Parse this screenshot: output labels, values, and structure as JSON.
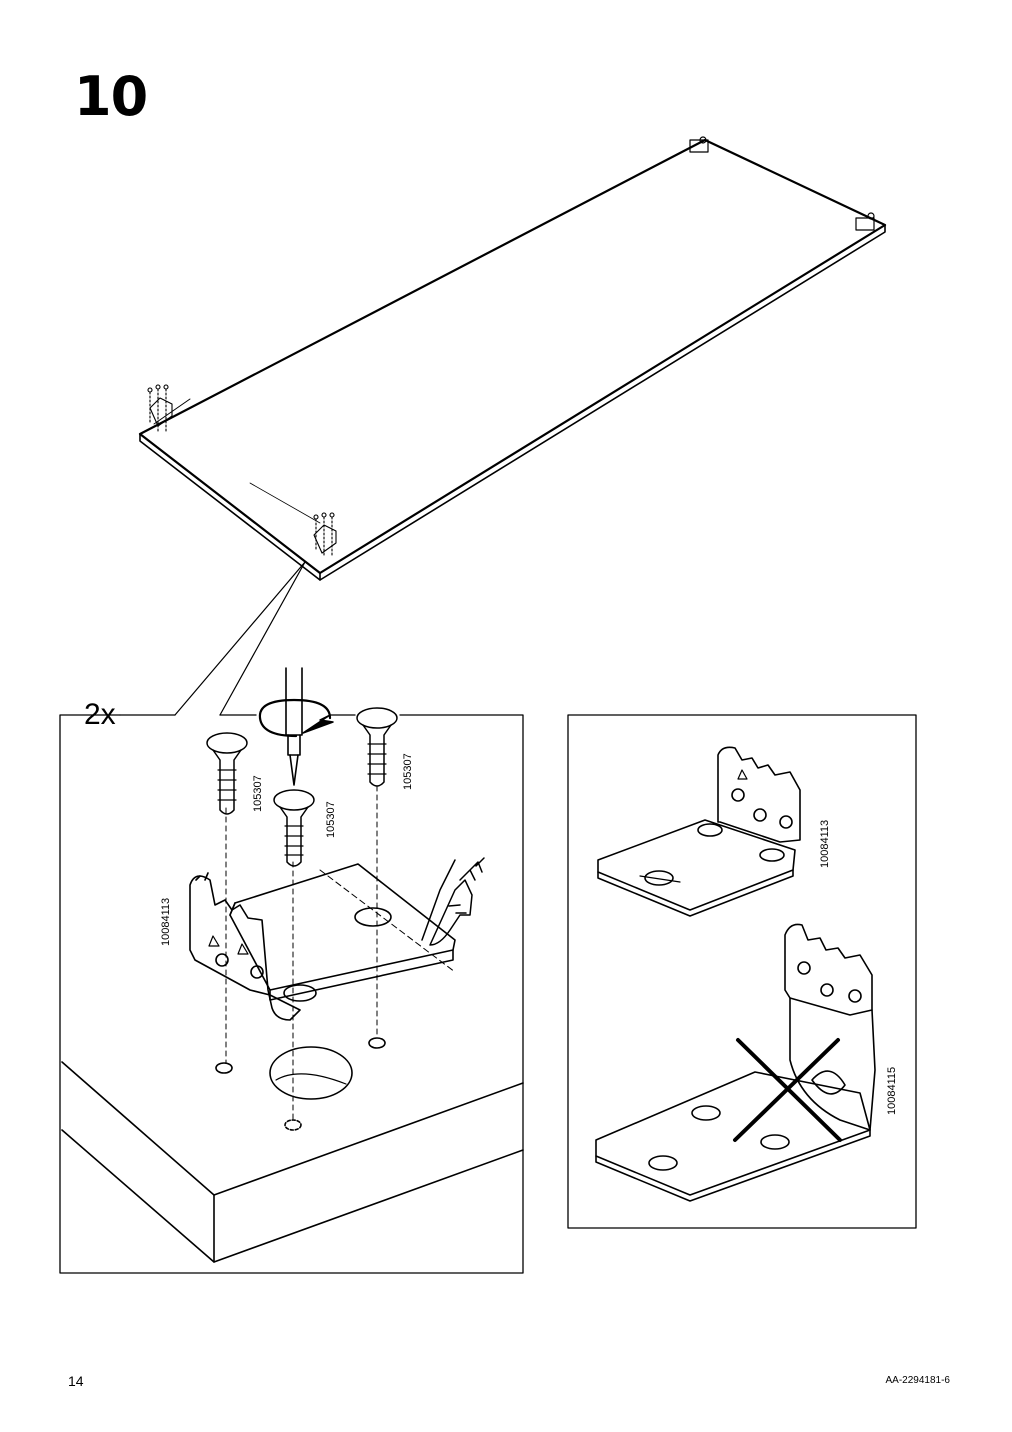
{
  "step": {
    "number": "10"
  },
  "detail_main": {
    "quantity": "2x",
    "screw_code_1": "105307",
    "screw_code_2": "105307",
    "screw_code_3": "105307",
    "bracket_code": "10084113"
  },
  "detail_compare": {
    "correct_bracket_code": "10084113",
    "wrong_bracket_code": "10084115"
  },
  "footer": {
    "page_number": "14",
    "document_id": "AA-2294181-6"
  }
}
